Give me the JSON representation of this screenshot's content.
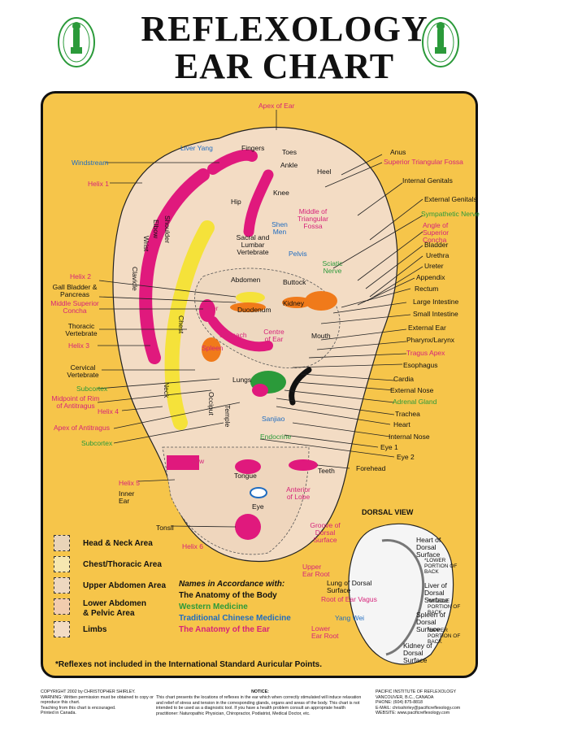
{
  "header": {
    "line1": "REFLEXOLOGY",
    "line2": "EAR CHART"
  },
  "colors": {
    "panel": "#f6c54a",
    "magenta": "#d6237a",
    "green": "#2b9a3a",
    "blue": "#1f6cc0",
    "ear": "#f3dcc4"
  },
  "labels": {
    "apex_of_ear": "Apex of Ear",
    "anus": "Anus",
    "superior_triangular_fossa": "Superior Triangular Fossa",
    "windstream": "Windstream",
    "liver_yang": "Liver Yang",
    "fingers": "Fingers",
    "toes": "Toes",
    "ankle": "Ankle",
    "heel": "Heel",
    "internal_genitals": "Internal Genitals",
    "helix_1": "Helix 1",
    "knee": "Knee",
    "hip": "Hip",
    "external_genitals": "External Genitals",
    "sympathetic_nerve": "Sympathetic Nerve",
    "middle_triangular_fossa": "Middle of Triangular Fossa",
    "shen_men": "Shen Men",
    "angle_superior_concha": "Angle of Superior Concha",
    "sacral_lumbar": "Sacral and Lumbar Vertebrate",
    "bladder": "Bladder",
    "pelvis": "Pelvis",
    "urethra": "Urethra",
    "sciatic_nerve": "Sciatic Nerve",
    "ureter": "Ureter",
    "helix_2": "Helix 2",
    "abdomen": "Abdomen",
    "buttock": "Buttock",
    "appendix": "Appendix",
    "gall_bladder": "Gall Bladder & Pancreas",
    "rectum": "Rectum",
    "middle_superior_concha": "Middle Superior Concha",
    "kidney": "Kidney",
    "large_intestine": "Large Intestine",
    "duodenum": "Duodenum",
    "small_intestine": "Small Intestine",
    "thoracic": "Thoracic Vertebrate",
    "liver": "Liver",
    "external_ear": "External Ear",
    "centre_of_ear": "Centre of Ear",
    "mouth": "Mouth",
    "pharynx": "Pharynx/Larynx",
    "helix_3": "Helix 3",
    "stomach": "Stomach",
    "spleen": "Spleen",
    "tragus_apex": "Tragus Apex",
    "esophagus": "Esophagus",
    "cervical": "Cervical Vertebrate",
    "cardia": "Cardia",
    "lungs": "Lungs",
    "external_nose": "External Nose",
    "subcortex_1": "Subcortex",
    "adrenal_gland": "Adrenal Gland",
    "midpoint_rim": "Midpoint of Rim of Antitragus",
    "trachea": "Trachea",
    "helix_4": "Helix 4",
    "heart": "Heart",
    "sanjiao": "Sanjiao",
    "apex_antitragus": "Apex of Antitragus",
    "internal_nose": "Internal Nose",
    "endocrine": "Endocrine",
    "subcortex_2": "Subcortex",
    "eye_1": "Eye 1",
    "eye_2": "Eye 2",
    "jaw": "Jaw",
    "teeth": "Teeth",
    "forehead": "Forehead",
    "tongue": "Tongue",
    "helix_5": "Helix 5",
    "inner_ear": "Inner Ear",
    "anterior_lobe": "Anterior of Lobe",
    "eye": "Eye",
    "tonsil": "Tonsil",
    "helix_6": "Helix 6",
    "clavicle": "Clavicle",
    "chest": "Chest",
    "shoulder": "Shoulder",
    "elbow": "Elbow",
    "wrist": "Wrist",
    "neck": "Neck",
    "occiput": "Occiput",
    "temple": "Temple"
  },
  "legend": {
    "items": [
      {
        "label": "Head & Neck Area",
        "color": "#e9d4b8"
      },
      {
        "label": "Chest/Thoracic Area",
        "color": "#f6e7b0"
      },
      {
        "label": "Upper Abdomen Area",
        "color": "#eed8c0"
      },
      {
        "label": "Lower Abdomen & Pelvic Area",
        "color": "#f2ccae"
      },
      {
        "label": "Limbs",
        "color": "#f3dcc4"
      }
    ],
    "names_title": "Names in Accordance with:",
    "names_1": "The Anatomy of the Body",
    "names_2": "Western Medicine",
    "names_3": "Traditional Chinese Medicine",
    "names_4": "The Anatomy of the Ear"
  },
  "dorsal": {
    "title": "DORSAL VIEW",
    "groove": "Groove of Dorsal Surface",
    "heart": "Heart of Dorsal Surface",
    "lower_portion": "*LOWER PORTION OF BACK",
    "upper_root": "Upper Ear Root",
    "lung": "Lung of Dorsal Surface",
    "liver": "Liver of Dorsal Surface",
    "middle_portion": "*MIDDLE PORTION OF BACK",
    "root_vagus": "Root of Ear Vagus",
    "yang_wei": "Yang Wei",
    "spleen": "Spleen of Dorsal Surface",
    "upper_portion": "*UPPER PORTION OF BACK",
    "lower_root": "Lower Ear Root",
    "kidney": "Kidney of Dorsal Surface"
  },
  "footnote": "*Reflexes not included in the International Standard Auricular Points.",
  "footer": {
    "left": "COPYRIGHT 2002 by CHRISTOPHER SHIRLEY.\nWARNING: Written permission must be obtained to copy or reproduce this chart.\nTeaching from this chart is encouraged.\nPrinted in Canada.",
    "notice_title": "NOTICE:",
    "notice": "This chart presents the locations of reflexes in the ear which when correctly stimulated will induce relaxation and relief of stress and tension in the corresponding glands, organs and areas of the body. This chart is not intended to be used as a diagnostic tool. If you have a health problem consult an appropriate health practitioner: Naturopathic Physician, Chiropractor, Podiatrist, Medical Doctor, etc.",
    "right": "PACIFIC INSTITUTE OF REFLEXOLOGY\nVANCOUVER, B.C., CANADA\nPHONE: (604) 875-8818\nE-MAIL: chrisshirley@pacificreflexology.com\nWEBSITE: www.pacificreflexology.com"
  }
}
